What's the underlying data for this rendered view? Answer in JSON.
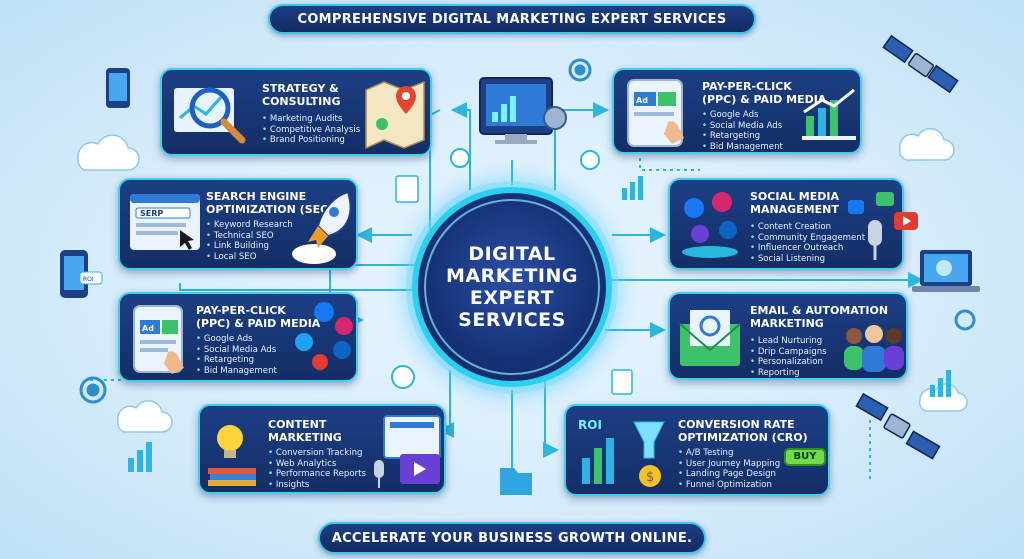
{
  "header": {
    "title": "COMPREHENSIVE DIGITAL MARKETING EXPERT SERVICES"
  },
  "footer": {
    "tagline": "ACCELERATE YOUR BUSINESS GROWTH ONLINE."
  },
  "center": {
    "line1": "DIGITAL",
    "line2": "MARKETING",
    "line3": "EXPERT",
    "line4": "SERVICES"
  },
  "cards": {
    "strategy": {
      "title1": "STRATEGY &",
      "title2": "CONSULTING",
      "items": [
        "Marketing Audits",
        "Competitive Analysis",
        "Brand Positioning"
      ]
    },
    "seo": {
      "title1": "SEARCH ENGINE",
      "title2": "OPTIMIZATION (SEO)",
      "screen_label": "SERP",
      "items": [
        "Keyword Research",
        "Technical SEO",
        "Link Building",
        "Local SEO"
      ]
    },
    "ppc_left": {
      "title1": "PAY-PER-CLICK",
      "title2": "(PPC) & PAID MEDIA",
      "ad_label": "Ad",
      "items": [
        "Google Ads",
        "Social Media Ads",
        "Retargeting",
        "Bid Management"
      ]
    },
    "content": {
      "title1": "CONTENT",
      "title2": "MARKETING",
      "items": [
        "Conversion Tracking",
        "Web Analytics",
        "Performance Reports",
        "Insights"
      ]
    },
    "ppc_right": {
      "title1": "PAY-PER-CLICK",
      "title2": "(PPC) & PAID MEDIA",
      "ad_label": "Ad",
      "items": [
        "Google Ads",
        "Social Media Ads",
        "Retargeting",
        "Bid Management"
      ]
    },
    "social": {
      "title1": "SOCIAL MEDIA",
      "title2": "MANAGEMENT",
      "items": [
        "Content Creation",
        "Community Engagement",
        "Influencer Outreach",
        "Social Listening"
      ]
    },
    "email": {
      "title1": "EMAIL & AUTOMATION",
      "title2": "MARKETING",
      "items": [
        "Lead Nurturing",
        "Drip Campaigns",
        "Personalization",
        "Reporting"
      ]
    },
    "cro": {
      "title1": "CONVERSION RATE",
      "title2": "OPTIMIZATION (CRO)",
      "roi_label": "ROI",
      "buy_label": "BUY",
      "items": [
        "A/B Testing",
        "User Journey Mapping",
        "Landing Page Design",
        "Funnel Optimization"
      ]
    }
  },
  "decor": {
    "phone_badge": "ROI"
  },
  "colors": {
    "card_bg": "#1c3f85",
    "card_border": "#3fd0ea",
    "accent_cyan": "#2ad0ef",
    "page_bg": "#d6ecfb"
  }
}
